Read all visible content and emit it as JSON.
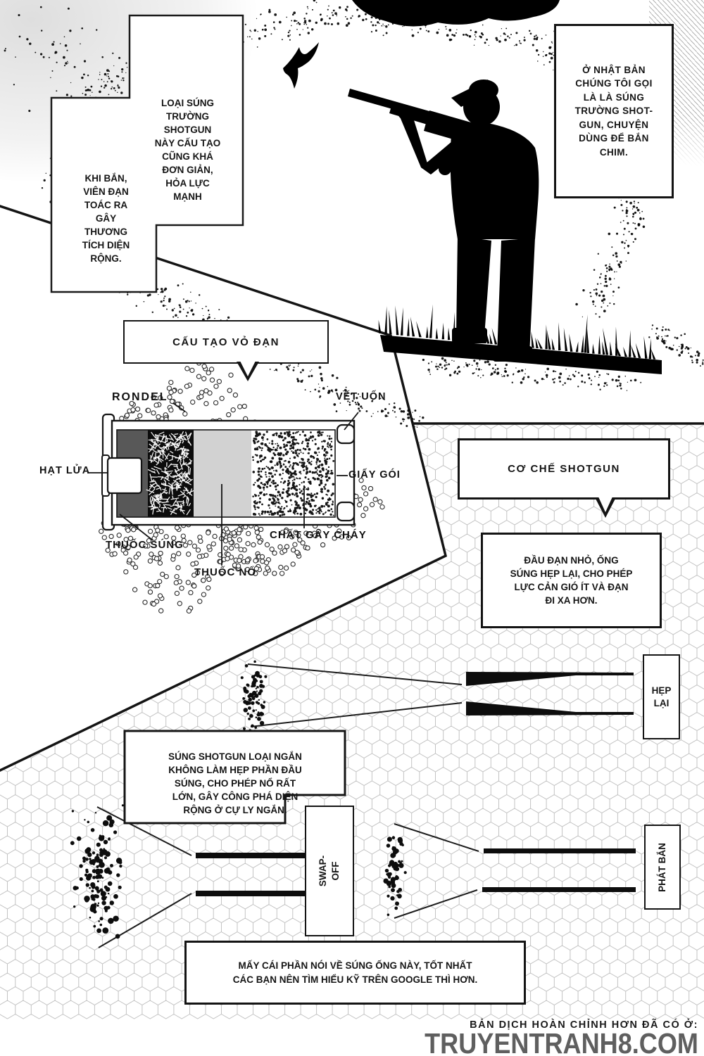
{
  "speech": {
    "japan": "Ở NHẬT BẢN\nCHÚNG TÔI GỌI\nLÀ LÀ SÚNG\nTRƯỜNG SHOT-\nGUN, CHUYỆN\nDÙNG ĐỂ BẮN\nCHIM.",
    "type_intro": "LOẠI SÚNG\nTRƯỜNG\nSHOTGUN\nNÀY CẤU TẠO\nCŨNG KHÁ\nĐƠN GIẢN,\nHỎA LỰC\nMẠNH",
    "effect": "KHI BẮN,\nVIÊN ĐẠN\nTOÁC RA\nGÂY\nTHƯƠNG\nTÍCH DIỆN\nRỘNG."
  },
  "shell_diagram": {
    "title": "CẤU TẠO VỎ ĐẠN",
    "labels": {
      "rondel": "RONDEL",
      "crimp": "VẾT UỐN",
      "primer": "HẠT LỬA",
      "paper_wrap": "GIẤY GÓI",
      "gunpowder": "THUỐC SÚNG",
      "charge": "THUỐC NỔ",
      "igniter": "CHẤT GÂY CHÁY"
    }
  },
  "mechanism": {
    "title": "CƠ CHẾ SHOTGUN",
    "choke_text": "ĐẦU ĐẠN NHỎ, ỐNG\nSÚNG HẸP LẠI, CHO PHÉP\nLỰC CẢN GIÓ ÍT VÀ ĐẠN\nĐI XA HƠN.",
    "choke_label": "HẸP\nLẠI",
    "sawedoff_text": "SÚNG SHOTGUN LOẠI NGẮN\nKHÔNG LÀM HẸP PHẦN ĐẦU\nSÚNG, CHO PHÉP NỔ RẤT\nLỚN, GÂY CÔNG PHÁ DIỆN\nRỘNG Ở CỰ LY NGẮN.",
    "sawedoff_label": "SWAP-\nOFF",
    "shot_label": "PHÁT BẮN",
    "note": "MẤY CÁI PHẦN NÓI VỀ SÚNG ỐNG NÀY, TỐT NHẤT\nCÁC BẠN NÊN TÌM HIỂU KỸ TRÊN GOOGLE THÌ HƠN."
  },
  "footer": {
    "credit": "BẢN DỊCH HOÀN CHỈNH HƠN ĐÃ CÓ Ở:",
    "site": "TRUYENTRANH8.COM"
  },
  "colors": {
    "ink": "#141414",
    "site_gray": "#5f5f5f",
    "brass_gray": "#585858",
    "wad_gray": "#d2d2d2",
    "hex_line": "#c3c3c3"
  }
}
